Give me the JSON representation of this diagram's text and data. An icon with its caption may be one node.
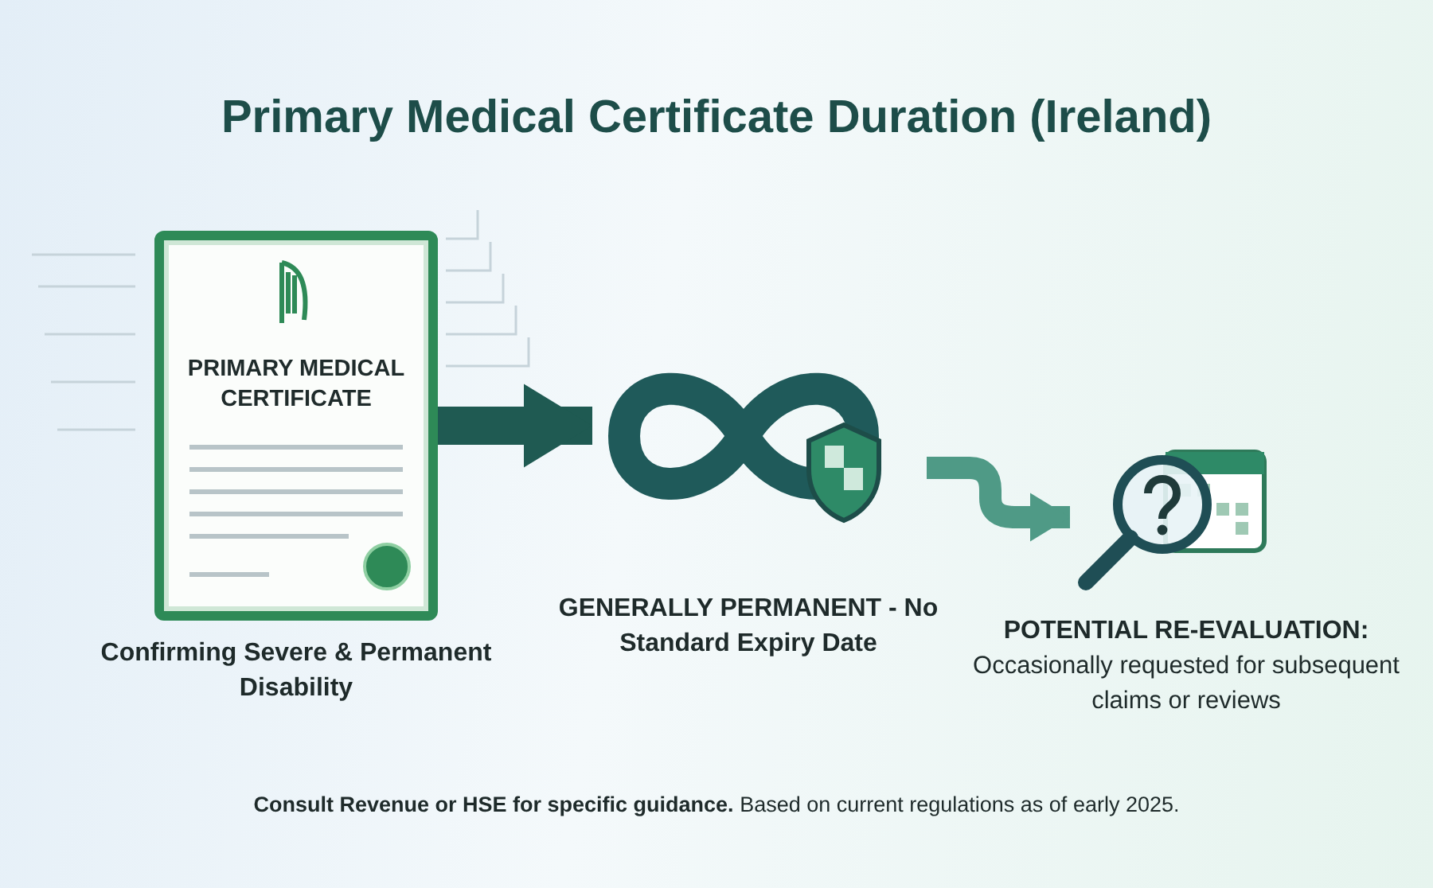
{
  "diagram": {
    "title": "Primary Medical Certificate Duration (Ireland)",
    "caption": "**Consult Revenue or HSE for specific guidance.** Based on current regulations as of early 2025.",
    "nodes": [
      {
        "text": [
          "PRIMARY MEDICAL CERTIFICATE"
        ],
        "beside": [
          "Confirming Severe & Permanent Disability"
        ]
      },
      {
        "text": [],
        "shape": "picture",
        "beside": [
          "GENERALLY PERMANENT - No Standard Expiry Date"
        ]
      },
      {
        "text": [],
        "shape": "picture",
        "beside": [
          "POTENTIAL RE-EVALUATION:",
          "Occasionally requested for subsequent claims or reviews"
        ]
      }
    ],
    "edges": [
      {
        "from": 0,
        "to": 1,
        "arrow": "to"
      },
      {
        "from": 1,
        "to": 2,
        "arrow": "to",
        "color": "#4f9a86"
      }
    ]
  }
}
